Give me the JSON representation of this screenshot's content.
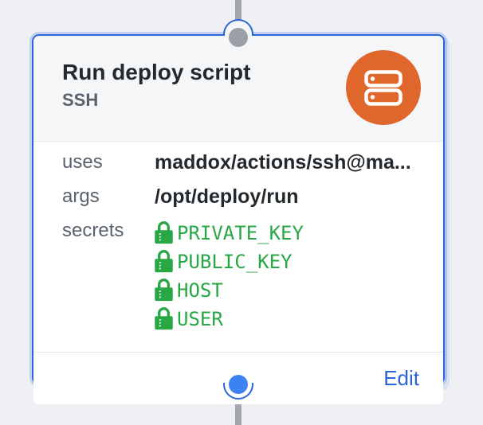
{
  "node": {
    "title": "Run deploy script",
    "subtitle": "SSH",
    "icon": "server-icon",
    "rows": [
      {
        "label": "uses",
        "value": "maddox/actions/ssh@ma..."
      },
      {
        "label": "args",
        "value": "/opt/deploy/run"
      },
      {
        "label": "secrets",
        "value": ""
      }
    ],
    "secrets": [
      "PRIVATE_KEY",
      "PUBLIC_KEY",
      "HOST",
      "USER"
    ],
    "footer": {
      "edit_label": "Edit"
    },
    "colors": {
      "accent_orange": "#e0672c",
      "selected_border_blue": "#2b64d8",
      "secret_green": "#28a745",
      "edit_link_blue": "#2b64d8",
      "top_connector_gray": "#9aa0a6",
      "bottom_connector_blue": "#3d82f2",
      "header_bg": "#f4f6f8",
      "page_bg": "#eef0f4"
    }
  }
}
